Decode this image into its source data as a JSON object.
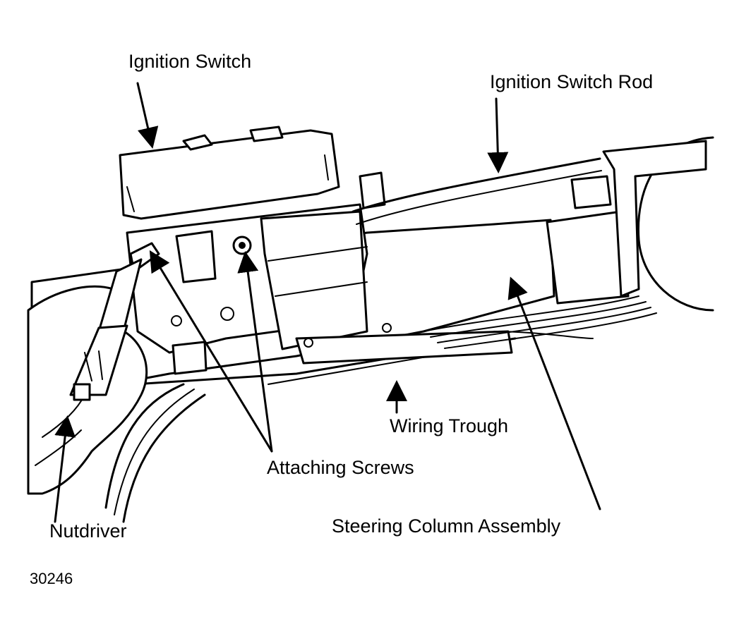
{
  "labels": {
    "ignition_switch": "Ignition Switch",
    "ignition_switch_rod": "Ignition Switch Rod",
    "wiring_trough": "Wiring Trough",
    "attaching_screws": "Attaching Screws",
    "steering_column_assembly": "Steering Column Assembly",
    "nutdriver": "Nutdriver",
    "figure_number": "30246"
  }
}
